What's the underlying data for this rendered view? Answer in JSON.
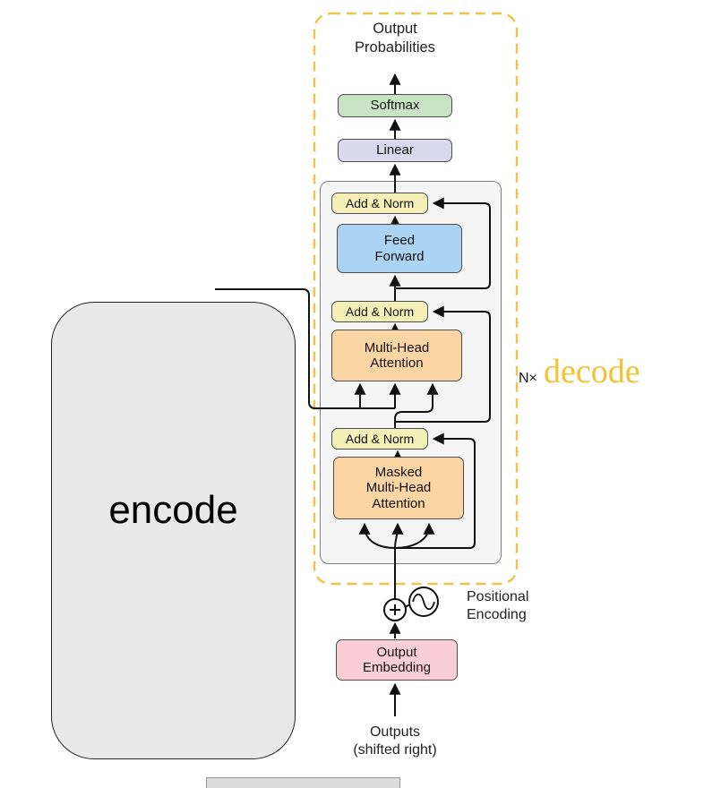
{
  "colors": {
    "gold_dashed_border": "#ecc44e",
    "decode_text": "#f3c332",
    "softmax_fill": "#c9e4c5",
    "linear_fill": "#d9d8ec",
    "add_norm_fill": "#f4f0b7",
    "feed_forward_fill": "#abd3f4",
    "attention_fill": "#fcd5a4",
    "embedding_fill": "#fbcdd6",
    "decoder_block_fill": "#f5f5f5",
    "encoder_cover_fill": "#e9e9e9",
    "bottom_strip_fill": "#dcdcdc"
  },
  "diagram": {
    "top": {
      "output_probabilities": "Output\nProbabilities"
    },
    "decoder": {
      "softmax": "Softmax",
      "linear": "Linear",
      "add_norm": "Add & Norm",
      "feed_forward": "Feed\nForward",
      "multi_head_attention": "Multi-Head\nAttention",
      "masked_multi_head_attention": "Masked\nMulti-Head\nAttention",
      "n_times": "N×"
    },
    "annotations": {
      "decode": "decode",
      "encode": "encode"
    },
    "bottom": {
      "positional_encoding": "Positional\nEncoding",
      "output_embedding": "Output\nEmbedding",
      "outputs": "Outputs\n(shifted right)"
    },
    "icons": {
      "plus_circle": "circle-plus",
      "positional_wave": "circle-sine-wave"
    }
  }
}
